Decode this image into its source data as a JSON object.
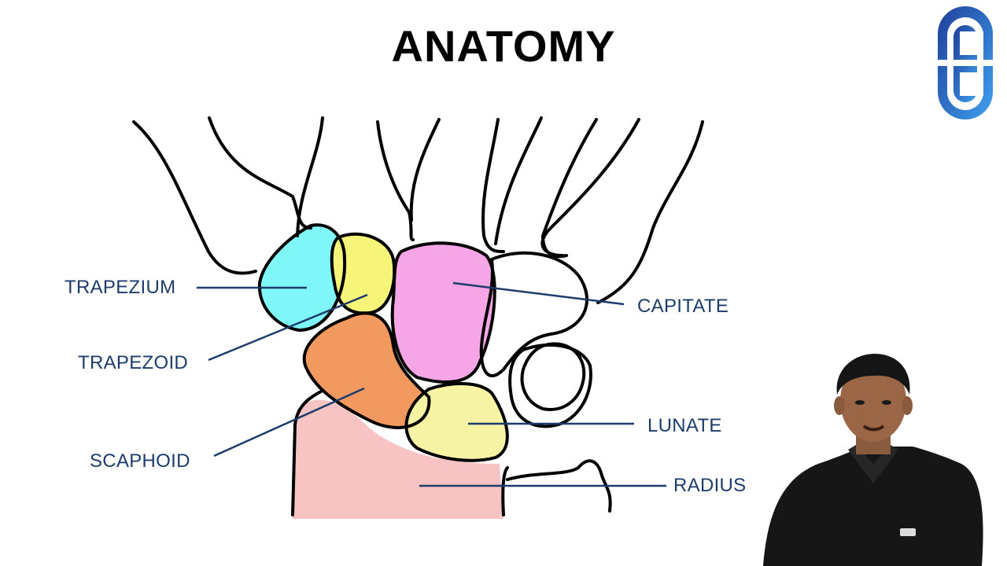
{
  "title": "ANATOMY",
  "labels": {
    "trapezium": "TRAPEZIUM",
    "trapezoid": "TRAPEZOID",
    "scaphoid": "SCAPHOID",
    "capitate": "CAPITATE",
    "lunate": "LUNATE",
    "radius": "RADIUS"
  },
  "colors": {
    "trapezium": "#7ff6f8",
    "trapezoid": "#f6f57a",
    "capitate": "#f6a6e6",
    "scaphoid": "#f1995f",
    "lunate": "#f6f3a4",
    "radius": "#f7bcbc",
    "leader": "#1d3c6b",
    "brand": "#2f6fd6"
  },
  "icons": {
    "logo": "channel-logo-icon",
    "presenter": "presenter-figure"
  }
}
